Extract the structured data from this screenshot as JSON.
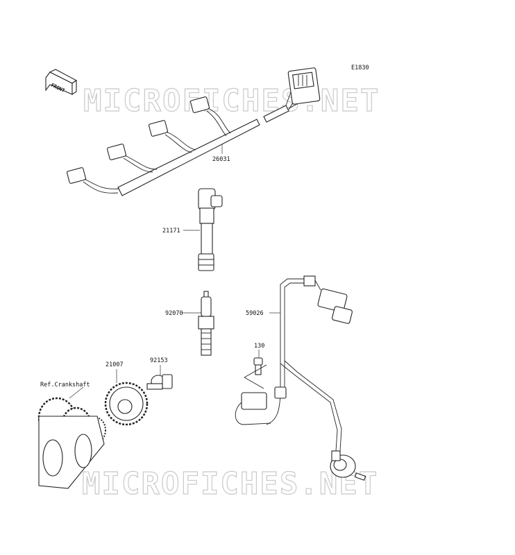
{
  "diagram": {
    "code": "E1830",
    "front_label": "FRONT",
    "watermark": "MICROFICHES.NET",
    "parts": [
      {
        "id": "harness",
        "number": "26031"
      },
      {
        "id": "ignition-coil",
        "number": "21171"
      },
      {
        "id": "spark-plug",
        "number": "92070"
      },
      {
        "id": "pickup-coil",
        "number": "59026"
      },
      {
        "id": "bolt-130",
        "number": "130"
      },
      {
        "id": "bolt-92153",
        "number": "92153"
      },
      {
        "id": "rotor",
        "number": "21007"
      },
      {
        "id": "crankshaft",
        "number": "Ref.Crankshaft"
      }
    ]
  }
}
